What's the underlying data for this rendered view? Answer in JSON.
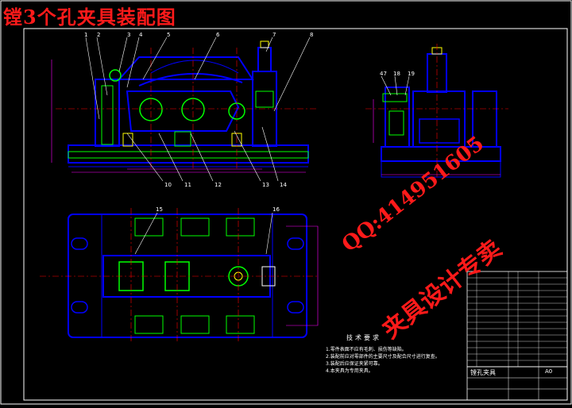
{
  "title": "镗3个孔夹具装配图",
  "watermark": {
    "qq": "QQ:414951605",
    "slogan": "夹具设计专卖"
  },
  "tech_requirements": {
    "heading": "技术要求",
    "items": [
      "1.零件表面不应有毛刺、损伤等缺陷。",
      "2.装配前应对零部件的主要尺寸及配合尺寸进行复查。",
      "3.装配后应保证夹紧可靠。",
      "4.本夹具为专用夹具。"
    ]
  },
  "title_block": {
    "drawing_name": "镗孔夹具",
    "sheet_size": "A0"
  },
  "callouts_top": [
    "1",
    "2",
    "3",
    "4",
    "5",
    "6",
    "7",
    "8"
  ],
  "callouts_bottom": [
    "10",
    "11",
    "12",
    "13",
    "14"
  ],
  "callouts_side": [
    "47",
    "18",
    "19"
  ],
  "callouts_plan": [
    "15",
    "16"
  ],
  "colors": {
    "background": "#000000",
    "frame": "#ffffff",
    "outline": "#0000ff",
    "detail": "#00ff00",
    "centerline": "#ff0000",
    "annotation": "#ff1a1a",
    "highlight": "#ffff00",
    "dimension": "#ff00ff"
  }
}
